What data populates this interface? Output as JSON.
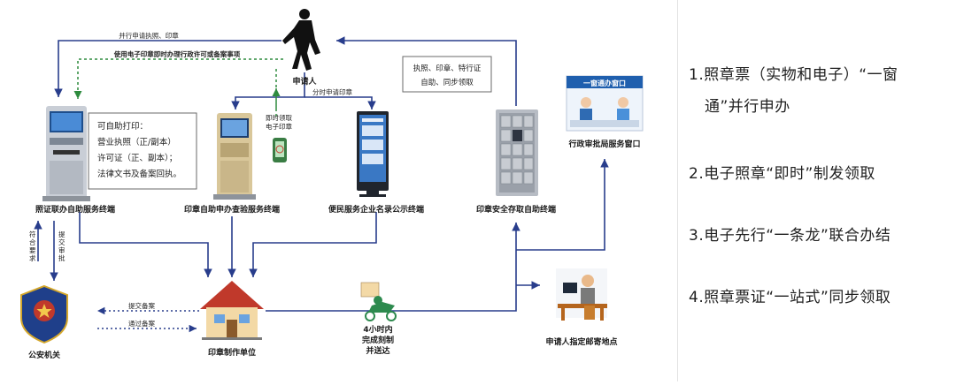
{
  "diagram": {
    "nodes": {
      "applicant": "申请人",
      "terminal_licensing": "照证联办自助服务终端",
      "terminal_seal_application": "印章自助申办查验服务终端",
      "terminal_public_display": "便民服务企业名录公示终端",
      "terminal_seal_pickup": "印章安全存取自助终端",
      "service_window": "行政审批局服务窗口",
      "seal_maker": "印章制作单位",
      "police": "公安机关",
      "mailing_address": "申请人指定邮寄地点"
    },
    "window_sign": "一窗通办窗口",
    "self_print_box": {
      "title": "可自助打印：",
      "line1": "营业执照（正/副本）",
      "line2": "许可证（正、副本）；",
      "line3": "法律文书及备案回执。"
    },
    "pickup_note_box": {
      "line1": "执照、印章、特行证",
      "line2": "自助、同步领取"
    },
    "flow_labels": {
      "parallel_application": "并行申请执照、印章",
      "e_seal_immediate": "使用电子印章即时办理行政许可或备案事项",
      "time_slot_seal": "分时申请印章",
      "instant_e_seal_1": "即时领取",
      "instant_e_seal_2": "电子印章",
      "meet_req_1": "符",
      "meet_req_2": "合",
      "meet_req_3": "要",
      "meet_req_4": "求",
      "submit_review_1": "提",
      "submit_review_2": "交",
      "submit_review_3": "审",
      "submit_review_4": "批",
      "submit_record": "提交备案",
      "pass_record": "通过备案",
      "delivery_1": "4小时内",
      "delivery_2": "完成刻制",
      "delivery_3": "并送达"
    }
  },
  "points": [
    "1.照章票（实物和电子）“一窗",
    "通”并行申办",
    "2.电子照章“即时”制发领取",
    "3.电子先行“一条龙”联合办结",
    "4.照章票证“一站式”同步领取"
  ],
  "colors": {
    "flow_line": "#283d8c",
    "dashed_green": "#2e8b3e",
    "dashed_blue": "#283d8c"
  }
}
